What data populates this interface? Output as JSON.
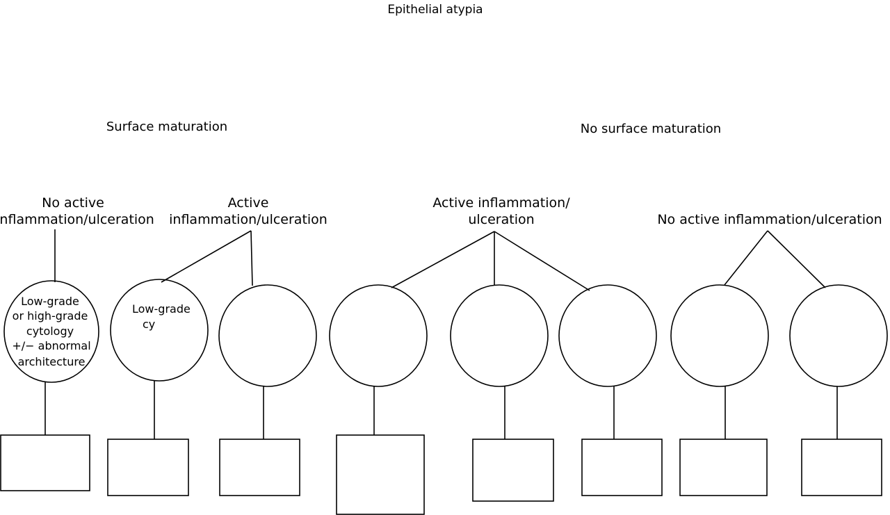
{
  "title": "Epithelial atypia",
  "groups": {
    "surface": "Surface maturation",
    "no_surface": "No surface maturation"
  },
  "headers": {
    "h1": [
      "No active",
      "inflammation/ulceration"
    ],
    "h2": [
      "Active",
      "inflammation/ulceration"
    ],
    "h3": [
      "Active inflammation/",
      "ulceration"
    ],
    "h4": [
      "No active inflammation/ulceration"
    ]
  },
  "nodes": {
    "n1": [
      "Low-grade",
      "or high-grade",
      "cytology",
      "+/−  abnormal",
      "architecture"
    ],
    "n2": [
      "Low-grade",
      "cy"
    ]
  }
}
